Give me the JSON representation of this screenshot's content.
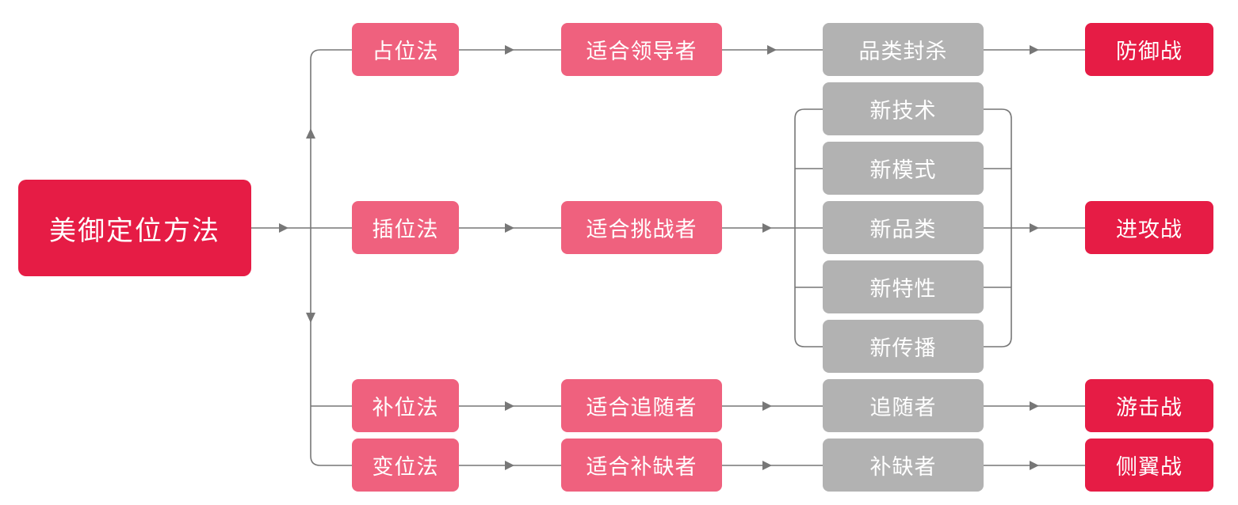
{
  "root": "美御定位方法",
  "methods": [
    "占位法",
    "插位法",
    "补位法",
    "变位法"
  ],
  "fits": [
    "适合领导者",
    "适合挑战者",
    "适合追随者",
    "适合补缺者"
  ],
  "means": {
    "top": "品类封杀",
    "innovations": [
      "新技术",
      "新模式",
      "新品类",
      "新特性",
      "新传播"
    ],
    "follow": "追随者",
    "niche": "补缺者"
  },
  "wars": [
    "防御战",
    "进攻战",
    "游击战",
    "侧翼战"
  ],
  "colors": {
    "root": "#e61c45",
    "method": "#ef617e",
    "means": "#b2b2b2",
    "war": "#e61c45",
    "connector": "#777777"
  }
}
